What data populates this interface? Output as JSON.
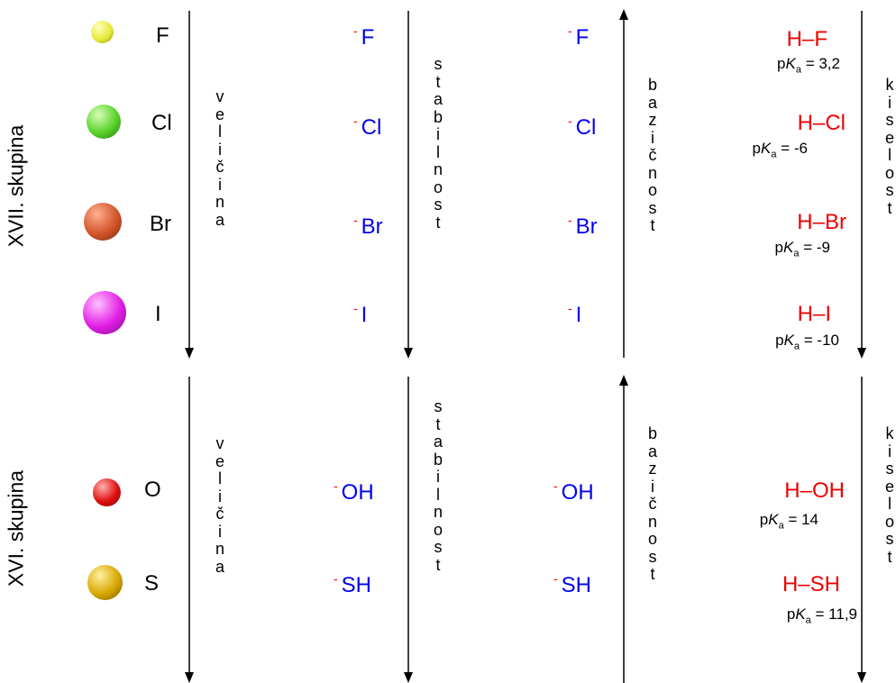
{
  "groups": {
    "g17": "XVII. skupina",
    "g16": "XVI. skupina"
  },
  "colors": {
    "ion": "#0000ee",
    "charge": "#ff0000",
    "acid": "#ee0000",
    "F": "#e8ea3a",
    "Cl": "#59d22a",
    "Br": "#d2552a",
    "I": "#e21ee6",
    "O": "#e01010",
    "S": "#d8a800"
  },
  "arrow_labels": {
    "size": [
      "v",
      "e",
      "l",
      "i",
      "č",
      "i",
      "n",
      "a"
    ],
    "stability": [
      "s",
      "t",
      "a",
      "b",
      "i",
      "l",
      "n",
      "o",
      "s",
      "t"
    ],
    "basicity": [
      "b",
      "a",
      "z",
      "i",
      "č",
      "n",
      "o",
      "s",
      "t"
    ],
    "acidity": [
      "k",
      "i",
      "s",
      "e",
      "l",
      "o",
      "s",
      "t"
    ]
  },
  "halogens": [
    {
      "atom": "F",
      "ion": "F",
      "acid_h": "H",
      "acid_x": "F",
      "pka": "= 3,2"
    },
    {
      "atom": "Cl",
      "ion": "Cl",
      "acid_h": "H",
      "acid_x": "Cl",
      "pka": "= -6"
    },
    {
      "atom": "Br",
      "ion": "Br",
      "acid_h": "H",
      "acid_x": "Br",
      "pka": "= -9"
    },
    {
      "atom": "I",
      "ion": "I",
      "acid_h": "H",
      "acid_x": "I",
      "pka": "= -10"
    }
  ],
  "chalcogens": [
    {
      "atom": "O",
      "ion": "OH",
      "acid_h": "H",
      "acid_x": "OH",
      "pka": "= 14"
    },
    {
      "atom": "S",
      "ion": "SH",
      "acid_h": "H",
      "acid_x": "SH",
      "pka": "= 11,9"
    }
  ],
  "charge_sign": "-",
  "bond": "–",
  "pka_p": "p",
  "pka_k": "K",
  "pka_sub": "a"
}
